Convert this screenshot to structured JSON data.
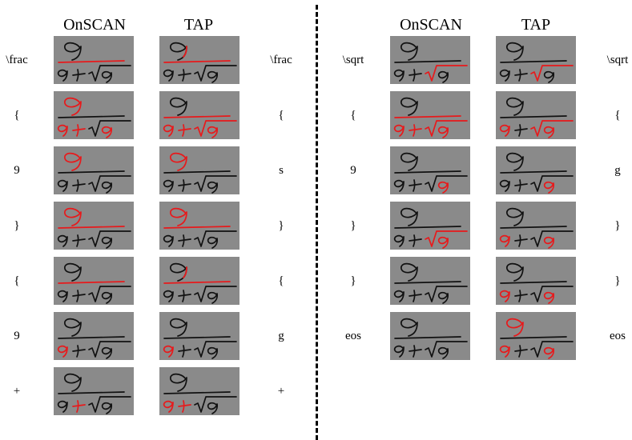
{
  "left_panel": {
    "headers": {
      "onscan": "OnSCAN",
      "tap": "TAP"
    },
    "rows": [
      {
        "onscan_token": "\\frac",
        "tap_token": "\\frac",
        "onscan_hl": [
          "bar"
        ],
        "tap_hl": [
          "num_top",
          "bar"
        ]
      },
      {
        "onscan_token": "{",
        "tap_token": "{",
        "onscan_hl": [
          "num",
          "d9",
          "plus",
          "sq9"
        ],
        "tap_hl": [
          "bar",
          "d9",
          "plus",
          "sqrt",
          "sq9"
        ]
      },
      {
        "onscan_token": "9",
        "tap_token": "s",
        "onscan_hl": [
          "num"
        ],
        "tap_hl": [
          "num"
        ]
      },
      {
        "onscan_token": "}",
        "tap_token": "}",
        "onscan_hl": [
          "num",
          "bar"
        ],
        "tap_hl": [
          "num",
          "bar"
        ]
      },
      {
        "onscan_token": "{",
        "tap_token": "{",
        "onscan_hl": [
          "bar"
        ],
        "tap_hl": [
          "num_top",
          "bar"
        ]
      },
      {
        "onscan_token": "9",
        "tap_token": "g",
        "onscan_hl": [
          "d9"
        ],
        "tap_hl": [
          "d9"
        ]
      },
      {
        "onscan_token": "+",
        "tap_token": "+",
        "onscan_hl": [
          "plus"
        ],
        "tap_hl": [
          "d9",
          "plus"
        ]
      }
    ]
  },
  "right_panel": {
    "headers": {
      "onscan": "OnSCAN",
      "tap": "TAP"
    },
    "rows": [
      {
        "onscan_token": "\\sqrt",
        "tap_token": "\\sqrt",
        "onscan_hl": [
          "sqrt"
        ],
        "tap_hl": [
          "sqrt"
        ]
      },
      {
        "onscan_token": "{",
        "tap_token": "{",
        "onscan_hl": [
          "bar",
          "d9",
          "plus",
          "sqrt",
          "sq9"
        ],
        "tap_hl": [
          "d9",
          "sqrt",
          "sq9"
        ]
      },
      {
        "onscan_token": "9",
        "tap_token": "g",
        "onscan_hl": [
          "sq9"
        ],
        "tap_hl": [
          "sq9"
        ]
      },
      {
        "onscan_token": "}",
        "tap_token": "}",
        "onscan_hl": [
          "sqrt",
          "sq9"
        ],
        "tap_hl": [
          "d9",
          "sq9"
        ]
      },
      {
        "onscan_token": "}",
        "tap_token": "}",
        "onscan_hl": [],
        "tap_hl": [
          "d9",
          "sq9"
        ]
      },
      {
        "onscan_token": "eos",
        "tap_token": "eos",
        "onscan_hl": [],
        "tap_hl": [
          "num",
          "d9",
          "sq9"
        ]
      }
    ]
  },
  "colors": {
    "tile_bg": "#8a8a8a",
    "ink": "#111111",
    "highlight": "#e8191b"
  }
}
